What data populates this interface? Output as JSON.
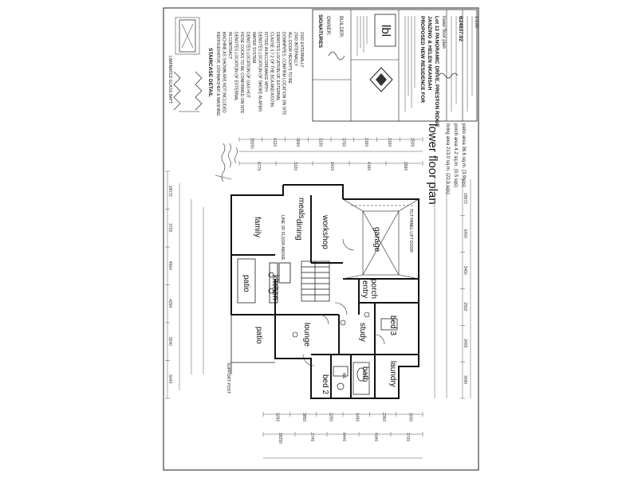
{
  "rooms": {
    "garage": "garage",
    "workshop": "workshop",
    "meals": "meals",
    "dining": "dining",
    "family": "family",
    "kitchen": "kitchen",
    "patio_upper": "patio",
    "patio_lower": "patio",
    "lounge": "lounge",
    "entry": "entry",
    "porch": "porch",
    "study": "study",
    "bed3": "bed 3",
    "laundry": "laundry",
    "bath": "bath",
    "bed2": "bed 2",
    "wc": "wc"
  },
  "title_block": {
    "plan_name": "lower floor plan",
    "living_area": "living area 213.0 sq.m. (22.9 sqs)",
    "porch_area": "porch area 4.2 sq.m. (0.5 sqs)",
    "patio_area": "patio area 36.6 sq.m. (3.9sqs)",
    "project_title": "PROPOSED NEW RESIDENCE FOR",
    "client": "JANZING & HELEN NKANSAH",
    "address": "Lot 12 PANORAMIC DRIVE, PRESTON RIDGE",
    "sheet": "lower floor plan",
    "scale": "1:100",
    "job_no": "B24837.02",
    "signatures": "SIGNATURES",
    "owner": "OWNER:",
    "builder": "BUILDER:"
  },
  "labels": {
    "staircase_detail": "STAIRCASE DETAIL",
    "laminated_glass": "LAMINATED GLASS BATT.",
    "garage_door": "TILT PANEL LIFT DOOR",
    "line_of_floor_above": "LINE OF FLOOR ABOVE",
    "support_post": "SUPPORT POST",
    "notes": [
      "REFRIGERATOR, DISHWASHER & WASHING",
      "MACHINE AS SHOWN ARE NOT INCLUDED",
      "IN CONTRACT",
      "DENOTES LOCATION OF EXTERNAL",
      "HOSE COCKS TO BE CONFIRMED ON SITE",
      "DENOTES LOCATION OF GAS HOT",
      "WATER SYSTEM",
      "DENOTES LOCATION OF SMOKE ALARMS",
      "FITTED IN ACCORDANCE WITH",
      "CLAUSE 3.7.2 OF THE BCA AND AS3786",
      "DENOTES LOCATION OF EXTERNAL",
      "DOWNPIPES. CONFIRM LOCATION ON SITE",
      "ALL DOOR HEIGHTS TO BE",
      "2340 INTERNALLY",
      "2100 EXTERNALLY"
    ]
  },
  "dimensions": {
    "top": [
      "18250",
      "4120",
      "3690",
      "3130",
      "3750",
      "2160",
      "2160",
      "2505"
    ],
    "top_inner": [
      "6775",
      "3120",
      "1410",
      "4160",
      "2890"
    ],
    "bottom": [
      "18250",
      "2745",
      "6440",
      "4340",
      "3730"
    ],
    "bottom_inner": [
      "1290",
      "3850",
      "2250",
      "1490",
      "2350",
      "1000"
    ],
    "left": [
      "19072",
      "3720",
      "4564",
      "4294",
      "3240",
      "6440"
    ],
    "right": [
      "18972",
      "6400",
      "3460",
      "2560",
      "2400",
      "3480"
    ]
  }
}
